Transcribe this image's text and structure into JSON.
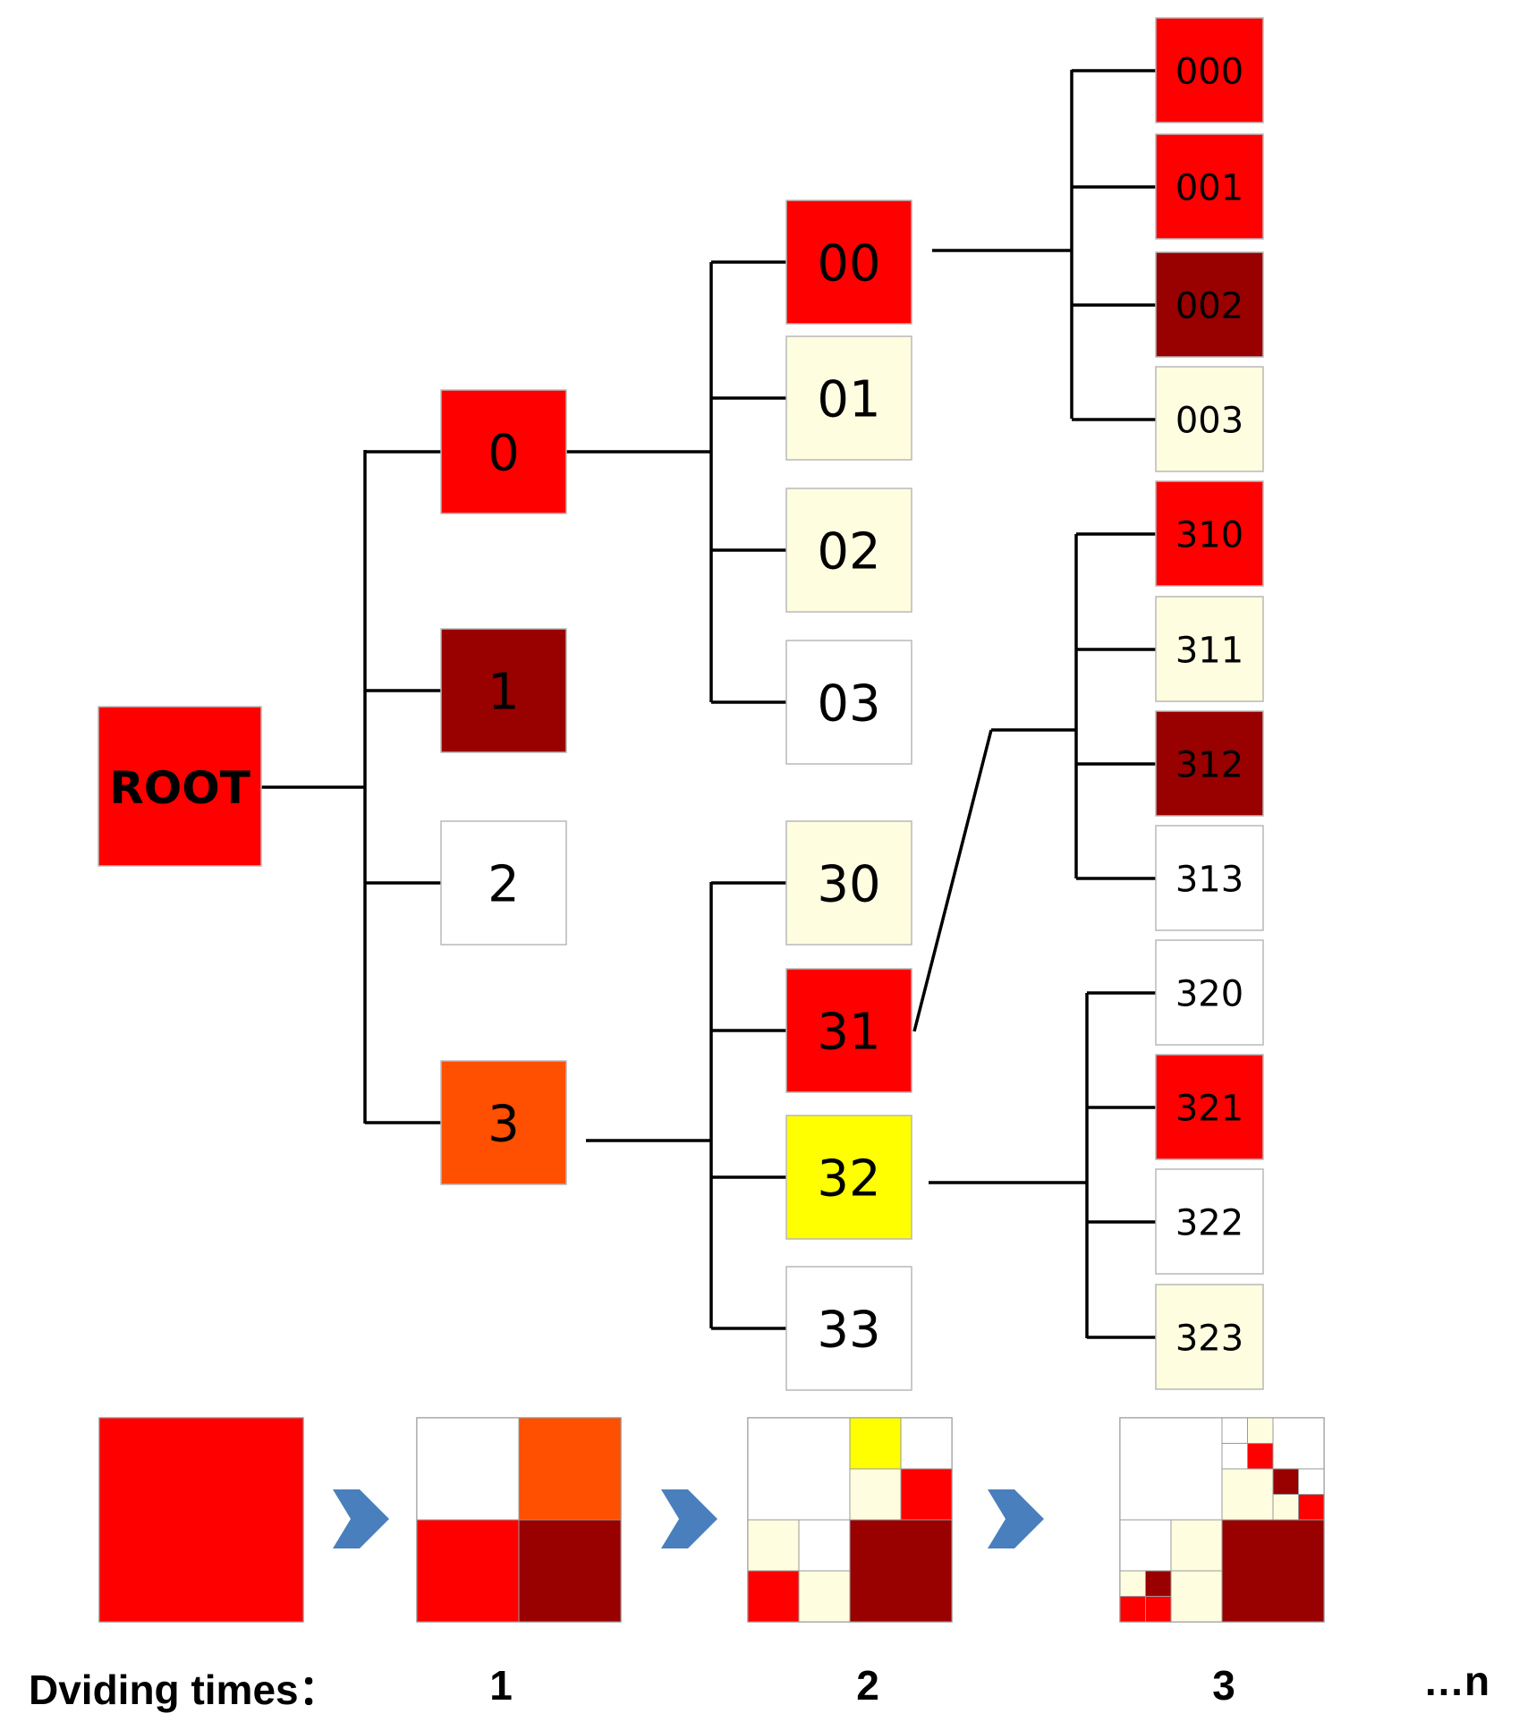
{
  "colors": {
    "red": "#ff0000",
    "dark_red": "#990000",
    "orange": "#ff4f00",
    "yellow": "#ffff00",
    "cream": "#fffde0",
    "white": "#ffffff",
    "arrow": "#4a7fbd",
    "line": "#000000"
  },
  "tree": {
    "root": {
      "label": "ROOT",
      "color": "red"
    },
    "level1": [
      {
        "label": "0",
        "color": "red"
      },
      {
        "label": "1",
        "color": "dark_red"
      },
      {
        "label": "2",
        "color": "white"
      },
      {
        "label": "3",
        "color": "orange"
      }
    ],
    "level2": [
      {
        "label": "00",
        "color": "red"
      },
      {
        "label": "01",
        "color": "cream"
      },
      {
        "label": "02",
        "color": "cream"
      },
      {
        "label": "03",
        "color": "white"
      },
      {
        "label": "30",
        "color": "cream"
      },
      {
        "label": "31",
        "color": "red"
      },
      {
        "label": "32",
        "color": "yellow"
      },
      {
        "label": "33",
        "color": "white"
      }
    ],
    "level3": [
      {
        "label": "000",
        "color": "red"
      },
      {
        "label": "001",
        "color": "red"
      },
      {
        "label": "002",
        "color": "dark_red"
      },
      {
        "label": "003",
        "color": "cream"
      },
      {
        "label": "310",
        "color": "red"
      },
      {
        "label": "311",
        "color": "cream"
      },
      {
        "label": "312",
        "color": "dark_red"
      },
      {
        "label": "313",
        "color": "white"
      },
      {
        "label": "320",
        "color": "white"
      },
      {
        "label": "321",
        "color": "red"
      },
      {
        "label": "322",
        "color": "white"
      },
      {
        "label": "323",
        "color": "cream"
      }
    ]
  },
  "stages": [
    {
      "cells": [
        {
          "color": "red"
        }
      ]
    },
    {
      "cells": [
        {
          "color": "white"
        },
        {
          "color": "orange"
        },
        {
          "color": "red"
        },
        {
          "color": "dark_red"
        }
      ]
    },
    {
      "cells": [
        {
          "color": "white"
        },
        {
          "color": "yellow"
        },
        {
          "color": "white"
        },
        {
          "color": "cream"
        },
        {
          "color": "red"
        },
        {
          "color": "cream"
        },
        {
          "color": "white"
        },
        {
          "color": "red"
        },
        {
          "color": "cream"
        },
        {
          "color": "dark_red"
        }
      ]
    },
    {
      "cells": [
        {
          "color": "white"
        },
        {
          "color": "white"
        },
        {
          "color": "cream"
        },
        {
          "color": "white"
        },
        {
          "color": "white"
        },
        {
          "color": "red"
        },
        {
          "color": "white"
        },
        {
          "color": "cream"
        },
        {
          "color": "white"
        },
        {
          "color": "dark_red"
        },
        {
          "color": "cream"
        },
        {
          "color": "red"
        },
        {
          "color": "cream"
        },
        {
          "color": "white"
        },
        {
          "color": "cream"
        },
        {
          "color": "cream"
        },
        {
          "color": "dark_red"
        },
        {
          "color": "cream"
        },
        {
          "color": "red"
        },
        {
          "color": "red"
        },
        {
          "color": "cream"
        },
        {
          "color": "dark_red"
        }
      ]
    }
  ],
  "captions": {
    "label": "Dviding times：",
    "steps": [
      "1",
      "2",
      "3"
    ],
    "more": "…n"
  }
}
